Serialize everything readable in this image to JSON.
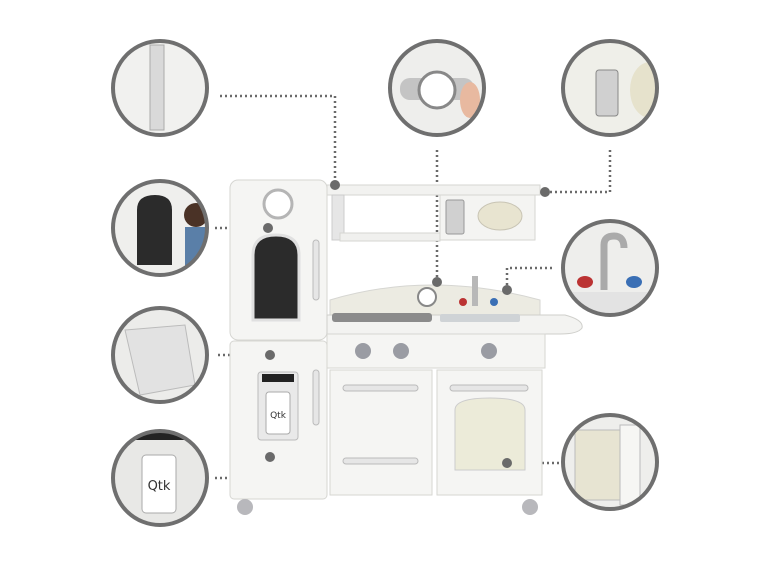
{
  "product": {
    "name_hidden_none": null,
    "cup_lettering": "Qtk"
  },
  "colors": {
    "background": "#ffffff",
    "callout_ring": "#6f6f6f",
    "dotted_line": "#6a6a6a",
    "kitchen_body": "#f4f4f2",
    "kitchen_edge": "#d6d6d2",
    "chalkboard": "#2b2b2b",
    "knob": "#9a9ca3"
  },
  "callouts": [
    {
      "id": "fridge-handle"
    },
    {
      "id": "chalkboard-door"
    },
    {
      "id": "ice-drawer"
    },
    {
      "id": "water-dispenser"
    },
    {
      "id": "clock"
    },
    {
      "id": "microwave-keypad"
    },
    {
      "id": "faucet"
    },
    {
      "id": "oven-door"
    }
  ]
}
